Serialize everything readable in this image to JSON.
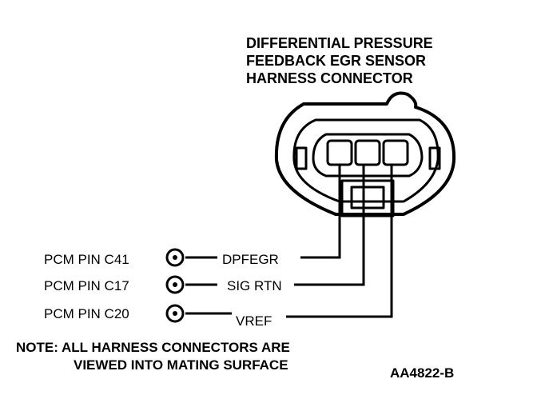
{
  "diagram": {
    "title_lines": [
      "DIFFERENTIAL PRESSURE",
      "FEEDBACK EGR SENSOR",
      "HARNESS CONNECTOR"
    ],
    "pins": [
      {
        "pin_label": "PCM PIN C41",
        "circuit": "DPFEGR"
      },
      {
        "pin_label": "PCM PIN C17",
        "circuit": "SIG RTN"
      },
      {
        "pin_label": "PCM PIN C20",
        "circuit": "VREF"
      }
    ],
    "note_lines": [
      "NOTE: ALL HARNESS CONNECTORS ARE",
      "VIEWED INTO MATING SURFACE"
    ],
    "figure_code": "AA4822-B"
  }
}
